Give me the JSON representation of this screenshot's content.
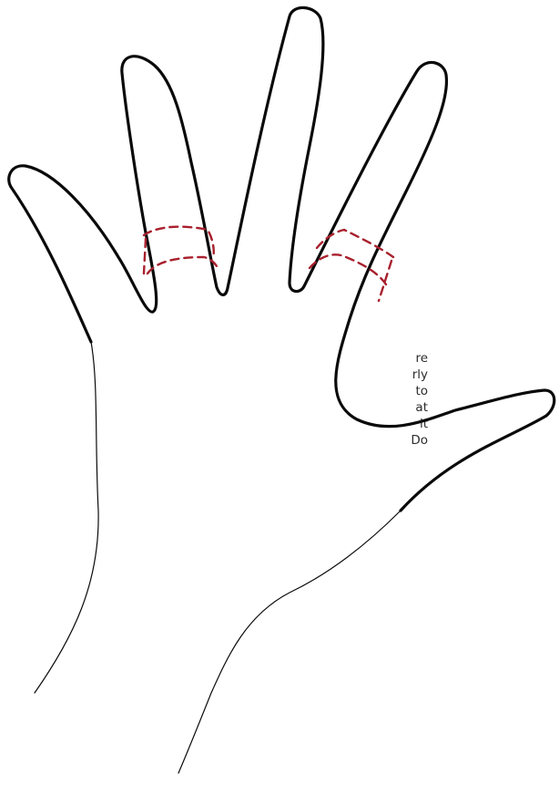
{
  "colors": {
    "outline": "#0a0a0a",
    "marker": "#a8202d",
    "text": "#2d2d2d"
  },
  "side_text_lines": [
    "re",
    "rly",
    "to",
    "at",
    "it",
    "Do"
  ]
}
